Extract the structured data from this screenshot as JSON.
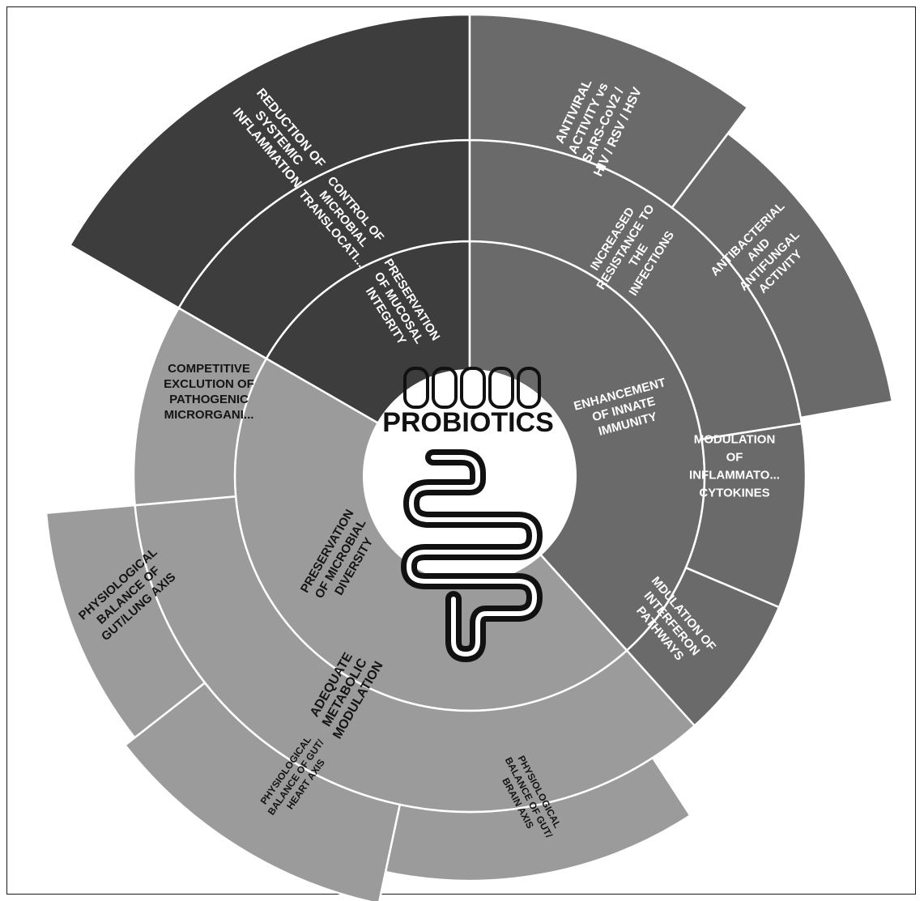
{
  "center": {
    "title": "PROBIOTICS"
  },
  "colors": {
    "dark": "#3d3d3d",
    "medium": "#6a6a6a",
    "light": "#9b9b9b",
    "center": "#ffffff",
    "divider": "#ffffff"
  },
  "chart_data": {
    "type": "sunburst",
    "center_label": "PROBIOTICS",
    "children": [
      {
        "name": "PRESERVATION OF MUCOSAL INTEGRITY",
        "shade": "dark",
        "children": [
          {
            "name": "CONTROL OF MICROBIAL TRANSLOCATI...",
            "shade": "dark",
            "children": [
              {
                "name": "REDUCTION OF SYSTEMIC INFLAMMATION",
                "shade": "dark"
              }
            ]
          }
        ]
      },
      {
        "name": "ENHANCEMENT OF INNATE IMMUNITY",
        "shade": "medium",
        "children": [
          {
            "name": "INCREASED RESISTANCE TO THE INFECTIONS",
            "shade": "medium",
            "children": [
              {
                "name": "ANTIVIRAL ACTIVITY vs SARS-CoV2 / HIV / RSV / HSV",
                "shade": "medium"
              },
              {
                "name": "ANTIBACTERIAL AND ANTIFUNGAL ACTIVITY",
                "shade": "medium"
              }
            ]
          },
          {
            "name": "MODULATION OF INFLAMMATO... CYTOKINES",
            "shade": "medium"
          },
          {
            "name": "MDULATION OF INTERFERON PATHWAYS",
            "shade": "medium"
          }
        ]
      },
      {
        "name": "PRESERVATION OF MICROBIAL DIVERSITY",
        "shade": "light",
        "children": [
          {
            "name": "COMPETITIVE EXCLUTION OF PATHOGENIC MICRORGANI...",
            "shade": "light"
          },
          {
            "name": "ADEQUATE METABOLIC MODULATION",
            "shade": "light",
            "children": [
              {
                "name": "PHYSIOLOGICAL BALANCE OF GUT/LUNG AXIS",
                "shade": "light"
              },
              {
                "name": "PHYSIOLOGICAL BALANCE OF GUT/ HEART AXIS",
                "shade": "light"
              },
              {
                "name": "PHYSIOLOGICAL BALANCE OF GUT/ BRAIN AXIS",
                "shade": "light"
              }
            ]
          }
        ]
      }
    ]
  },
  "labels": {
    "reduction": [
      "REDUCTION OF",
      "SYSTEMIC",
      "INFLAMMATION"
    ],
    "control": [
      "CONTROL OF",
      "MICROBIAL",
      "TRANSLOCATI..."
    ],
    "mucosal": [
      "PRESERVATION",
      "OF MUCOSAL",
      "INTEGRITY"
    ],
    "antiviral": [
      "ANTIVIRAL",
      "ACTIVITY vs",
      "SARS-CoV2 /",
      "HIV / RSV / HSV"
    ],
    "resistance": [
      "INCREASED",
      "RESISTANCE TO",
      "THE",
      "INFECTIONS"
    ],
    "antibacterial": [
      "ANTIBACTERIAL",
      "AND",
      "ANTIFUNGAL",
      "ACTIVITY"
    ],
    "innate": [
      "ENHANCEMENT",
      "OF INNATE",
      "IMMUNITY"
    ],
    "cytokines": [
      "MODULATION",
      "OF",
      "INFLAMMATO...",
      "CYTOKINES"
    ],
    "interferon": [
      "MDULATION OF",
      "INTERFERON",
      "PATHWAYS"
    ],
    "competitive": [
      "COMPETITIVE",
      "EXCLUTION OF",
      "PATHOGENIC",
      "MICRORGANI..."
    ],
    "diversity": [
      "PRESERVATION",
      "OF MICROBIAL",
      "DIVERSITY"
    ],
    "metabolic": [
      "ADEQUATE",
      "METABOLIC",
      "MODULATION"
    ],
    "lung": [
      "PHYSIOLOGICAL",
      "BALANCE OF",
      "GUT/LUNG AXIS"
    ],
    "heart": [
      "PHYSIOLOGICAL",
      "BALANCE OF GUT/",
      "HEART AXIS"
    ],
    "brain": [
      "PHYSIOLOGICAL",
      "BALANCE OF GUT/",
      "BRAIN AXIS"
    ]
  }
}
